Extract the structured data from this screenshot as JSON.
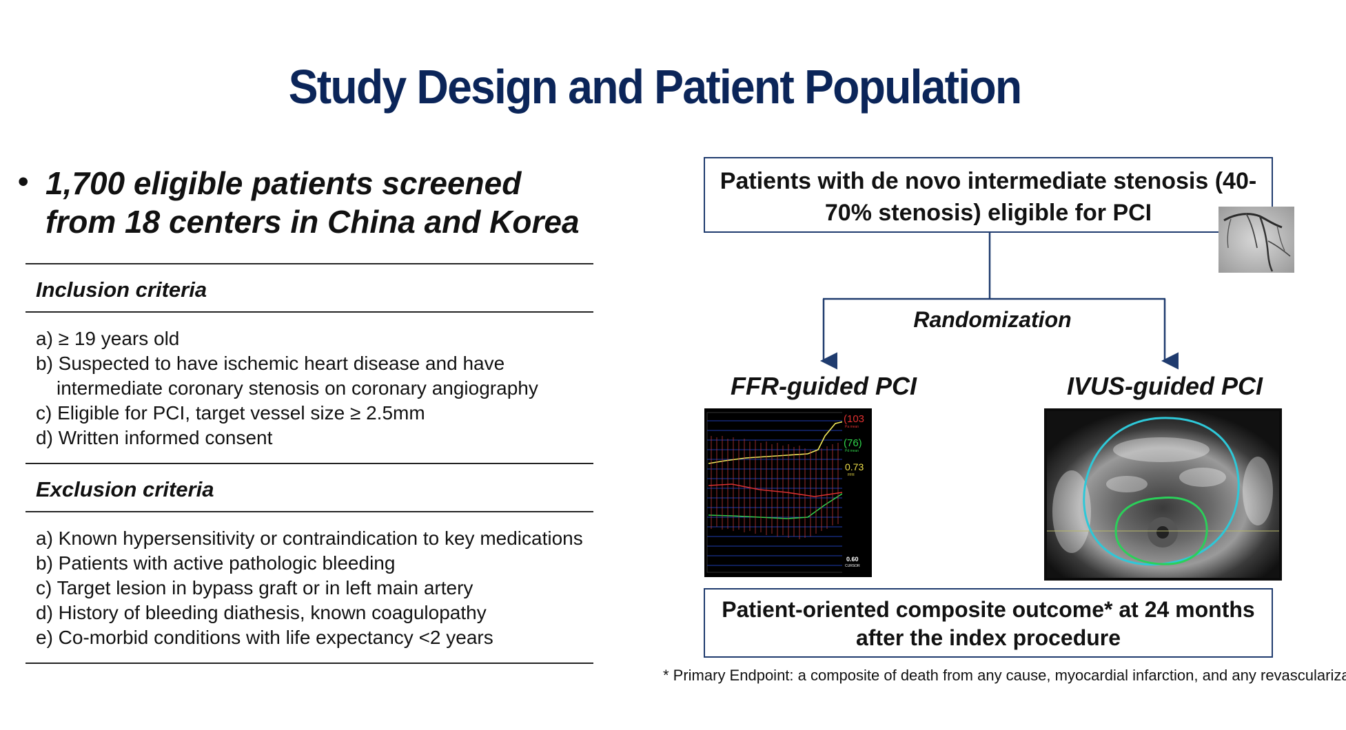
{
  "title": "Study Design and Patient Population",
  "bullet": {
    "symbol": "•",
    "text": "1,700 eligible patients screened from 18 centers in China and Korea"
  },
  "inclusion": {
    "heading": "Inclusion criteria",
    "items": [
      "a) ≥ 19 years old",
      "b) Suspected to have ischemic heart disease and have intermediate coronary stenosis on coronary angiography",
      "c) Eligible for PCI, target vessel size ≥ 2.5mm",
      "d) Written informed consent"
    ]
  },
  "exclusion": {
    "heading": "Exclusion criteria",
    "items": [
      "a) Known hypersensitivity or contraindication to key medications",
      "b) Patients with active pathologic bleeding",
      "c) Target lesion in bypass graft or in left main artery",
      "d) History of bleeding diathesis, known coagulopathy",
      "e) Co-morbid conditions with life expectancy <2 years"
    ]
  },
  "flow": {
    "top_box": "Patients with de novo intermediate stenosis (40-70% stenosis) eligible for PCI",
    "randomization": "Randomization",
    "arm_left": "FFR-guided PCI",
    "arm_right": "IVUS-guided PCI",
    "bottom_box": "Patient-oriented composite outcome* at 24 months after the index procedure"
  },
  "ffr_screen": {
    "pa_mean": "(103",
    "pa_mean_label": "Pa mean",
    "pd_mean": "(76)",
    "pd_mean_label": "Pd mean",
    "ffr": "0.73",
    "ffr_label": "FFR",
    "cursor": "0.60",
    "cursor_label": "CURSOR"
  },
  "footnote": "* Primary Endpoint: a composite of death from any cause, myocardial infarction, and any revascularization",
  "colors": {
    "title": "#0b2559",
    "box_border": "#1f3b6e",
    "connector": "#1f3b6e",
    "ffr_pa": "#e03030",
    "ffr_pd": "#2fd24a",
    "ffr_value": "#f0e14a",
    "ivus_lumen": "#2bd05a",
    "ivus_vessel": "#2ec8d8"
  },
  "icons": {
    "angiogram": "angiogram-image",
    "ffr_tracing": "pressure-tracing-image",
    "ivus": "ivus-cross-section-image"
  }
}
